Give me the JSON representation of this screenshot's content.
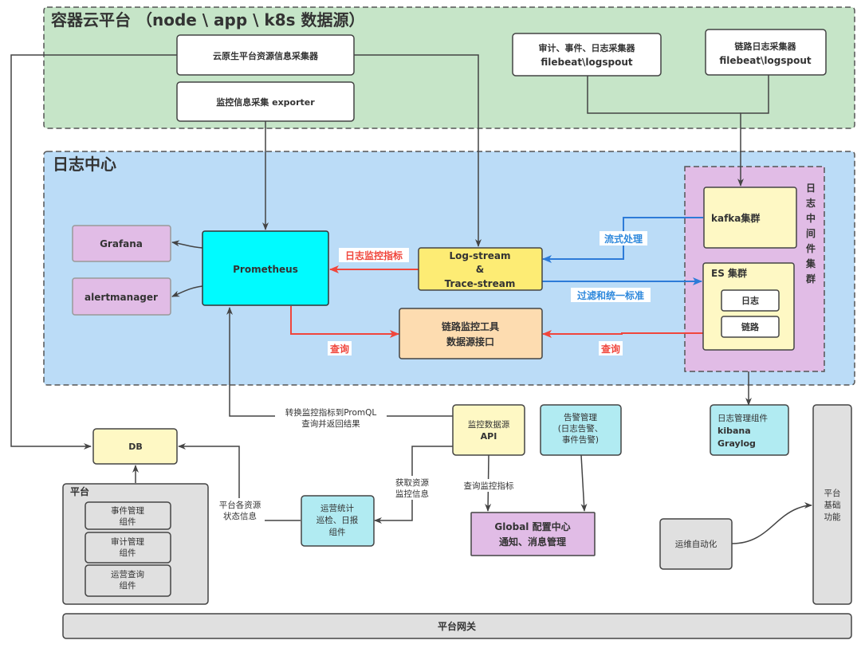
{
  "colors": {
    "cloud_platform_bg": "#c6e5c8",
    "log_center_bg": "#bbdcf7",
    "middleware_bg": "#e1bce6",
    "prometheus": "#00fbff",
    "log_stream": "#fdec74",
    "trace_tool": "#fddcb0",
    "pale_yellow": "#fef8c4",
    "purple": "#e1bce6",
    "light_cyan": "#b1ebf2",
    "grey": "#e0e0e0",
    "red_arrow": "#f0463c",
    "blue_arrow": "#2d7bd8",
    "dark_line": "#444444"
  },
  "groups": {
    "cloud_platform": {
      "title": "容器云平台 （node \\ app \\ k8s 数据源）"
    },
    "log_center": {
      "title": "日志中心"
    },
    "middleware": {
      "title_chars": [
        "日",
        "志",
        "中",
        "间",
        "件",
        "集",
        "群"
      ]
    },
    "platform": {
      "title": "平台"
    }
  },
  "nodes": {
    "resource_collector": "云原生平台资源信息采集器",
    "exporter": "监控信息采集 exporter",
    "audit_collector": [
      "审计、事件、日志采集器",
      "filebeat\\logspout"
    ],
    "trace_collector": [
      "链路日志采集器",
      "filebeat\\logspout"
    ],
    "grafana": "Grafana",
    "alertmanager": "alertmanager",
    "prometheus": "Prometheus",
    "log_stream": [
      "Log-stream",
      "&",
      "Trace-stream"
    ],
    "trace_tool": [
      "链路监控工具",
      "数据源接口"
    ],
    "kafka": "kafka集群",
    "es": "ES 集群",
    "es_log": "日志",
    "es_trace": "链路",
    "db": "DB",
    "event_mgmt": [
      "事件管理",
      "组件"
    ],
    "audit_mgmt": [
      "审计管理",
      "组件"
    ],
    "ops_query": [
      "运营查询",
      "组件"
    ],
    "ops_stats": [
      "运营统计",
      "巡检、日报",
      "组件"
    ],
    "monitor_api": [
      "监控数据源",
      "API"
    ],
    "alert_mgmt": [
      "告警管理",
      "(日志告警、",
      "事件告警)"
    ],
    "global_config": [
      "Global 配置中心",
      "通知、消息管理"
    ],
    "log_mgmt": [
      "日志管理组件",
      "kibana",
      "Graylog"
    ],
    "ops_automation": "运维自动化",
    "platform_basic": [
      "平台",
      "基础",
      "功能"
    ],
    "gateway": "平台网关"
  },
  "edge_labels": {
    "log_metrics": "日志监控指标",
    "stream_processing": "流式处理",
    "filter_standardize": "过滤和统一标准",
    "query_left": "查询",
    "query_right": "查询",
    "promql": [
      "转换监控指标到PromQL",
      "查询并返回结果"
    ],
    "fetch_resource": [
      "获取资源",
      "监控信息"
    ],
    "query_metrics": "查询监控指标",
    "platform_status": [
      "平台各资源",
      "状态信息"
    ]
  }
}
